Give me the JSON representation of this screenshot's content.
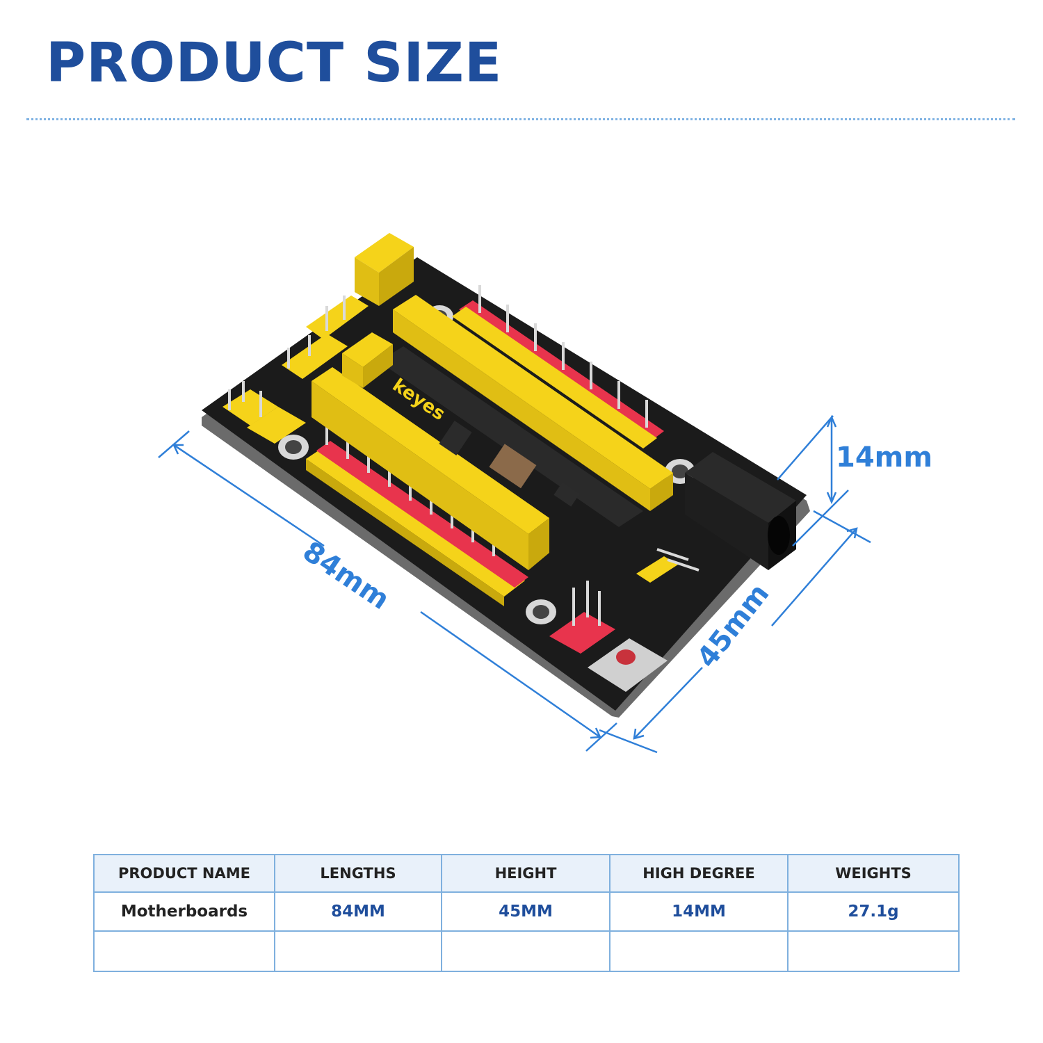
{
  "header": {
    "title": "PRODUCT SIZE"
  },
  "dimensions": {
    "length": "84mm",
    "width": "45mm",
    "height": "14mm"
  },
  "board": {
    "brand": "keyes"
  },
  "colors": {
    "accent": "#2f7fd8",
    "title": "#1f4e9c",
    "board": "#1b1b1b",
    "header_yellow": "#f5d31a",
    "header_red": "#e8344d"
  },
  "table": {
    "headers": [
      "PRODUCT NAME",
      "LENGTHS",
      "HEIGHT",
      "HIGH DEGREE",
      "WEIGHTS"
    ],
    "rows": [
      [
        "Motherboards",
        "84MM",
        "45MM",
        "14MM",
        "27.1g"
      ],
      [
        "",
        "",
        "",
        "",
        ""
      ]
    ]
  }
}
